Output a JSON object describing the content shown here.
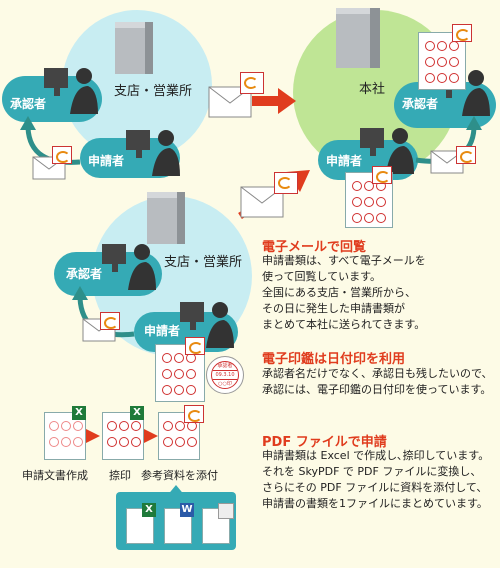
{
  "top": {
    "branch_label": "支店・営業所",
    "hq_label": "本社",
    "approver_label": "承認者",
    "applicant_label": "申請者",
    "hq_approver_label": "承認者",
    "hq_applicant_label": "申請者"
  },
  "second": {
    "branch_label": "支店・営業所",
    "approver_label": "承認者",
    "applicant_label": "申請者"
  },
  "date_stamp": {
    "line1": "承認者",
    "line2": "09.3.10",
    "line3": "○○印"
  },
  "flow": {
    "steps": [
      "申請文書作成",
      "捺印",
      "参考資料を添付"
    ],
    "icon_x": "X",
    "icon_w": "W"
  },
  "sections": [
    {
      "heading": "電子メールで回覧",
      "lines": [
        "申請書類は、すべて電子メールを",
        "使って回覧しています。",
        "全国にある支店・営業所から、",
        "その日に発生した申請書類が",
        "まとめて本社に送られてきます。"
      ]
    },
    {
      "heading": "電子印鑑は日付印を利用",
      "lines": [
        "承認者名だけでなく、承認日も残したいので、",
        "承認には、電子印鑑の日付印を使っています。"
      ]
    },
    {
      "heading": "PDF ファイルで申請",
      "lines": [
        "申請書類は Excel で作成し､捺印しています。",
        "それを SkyPDF で PDF ファイルに変換し、",
        "さらにその PDF ファイルに資料を添付して、",
        "申請書の書類を1ファイルにまとめています。"
      ]
    }
  ],
  "colors": {
    "accent_red": "#e03c1e",
    "teal": "#35aab5",
    "light_blue": "#c8edf2",
    "light_green": "#bfe595",
    "background": "#fdfbe6"
  }
}
